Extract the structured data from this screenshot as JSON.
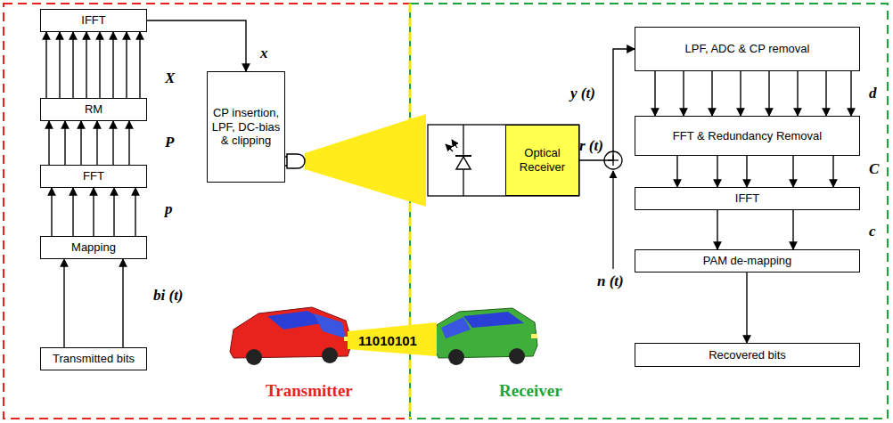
{
  "diagram": {
    "nodes": [
      {
        "text": [
          "Transmitted bits"
        ]
      },
      {
        "text": [
          "Mapping"
        ]
      },
      {
        "text": [
          "FFT"
        ]
      },
      {
        "text": [
          "RM"
        ]
      },
      {
        "text": [
          "IFFT"
        ]
      },
      {
        "text": [
          "CP insertion, LPF, DC-bias & clipping"
        ]
      },
      {
        "text": [
          "Optical Receiver"
        ]
      },
      {
        "text": [
          "LPF, ADC & CP removal"
        ]
      },
      {
        "text": [
          "FFT & Redundancy Removal"
        ]
      },
      {
        "text": [
          "IFFT"
        ]
      },
      {
        "text": [
          "PAM de-mapping"
        ]
      },
      {
        "text": [
          "Recovered bits"
        ]
      }
    ],
    "edges": [
      {
        "from": 0,
        "to": 1,
        "arrow": "to"
      },
      {
        "from": 1,
        "to": 2,
        "arrow": "to"
      },
      {
        "from": 2,
        "to": 3,
        "arrow": "to"
      },
      {
        "from": 3,
        "to": 4,
        "arrow": "to"
      },
      {
        "from": 4,
        "to": 5,
        "arrow": "to"
      },
      {
        "from": 6,
        "to": 7,
        "arrow": "to"
      },
      {
        "from": 7,
        "to": 8,
        "arrow": "to"
      },
      {
        "from": 8,
        "to": 9,
        "arrow": "to"
      },
      {
        "from": 9,
        "to": 10,
        "arrow": "to"
      },
      {
        "from": 10,
        "to": 11,
        "arrow": "to"
      }
    ],
    "labels": [
      "X",
      "P",
      "p",
      "bi (t)",
      "x",
      "11010101",
      "Transmitter",
      "Receiver",
      "r (t)",
      "y (t)",
      "n (t)",
      "d",
      "C",
      "c"
    ]
  }
}
